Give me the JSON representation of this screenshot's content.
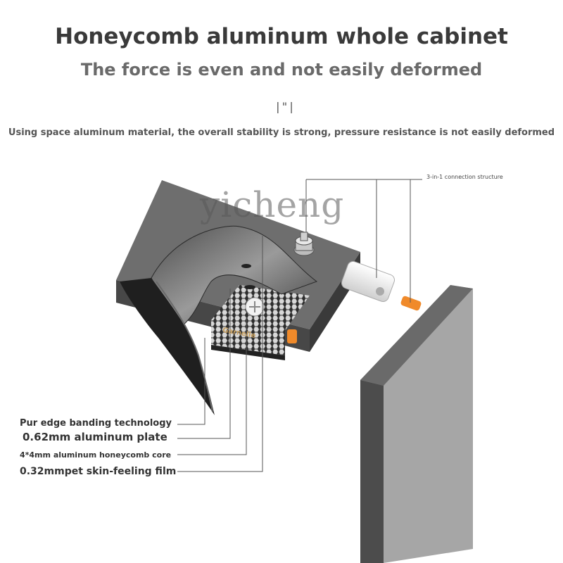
{
  "header": {
    "title": "Honeycomb aluminum whole cabinet",
    "subtitle": "The force is even and not easily deformed",
    "divider_mark": "|\"|",
    "description": "Using space aluminum material, the overall stability is strong, pressure resistance is not easily deformed"
  },
  "watermark": "yicheng",
  "diagram": {
    "connection_label": "3-in-1 connection structure",
    "panel_brand": "Garnelle",
    "layers": [
      "Pur edge banding technology",
      "0.62mm aluminum plate",
      "4*4mm aluminum honeycomb core",
      "0.32mmpet skin-feeling film"
    ]
  },
  "colors": {
    "panel_top": "#6e6e6e",
    "panel_side": "#4a4a4a",
    "honeycomb": "#d8d8d8",
    "connector": "#f08a2a",
    "leader_line": "#555555"
  }
}
